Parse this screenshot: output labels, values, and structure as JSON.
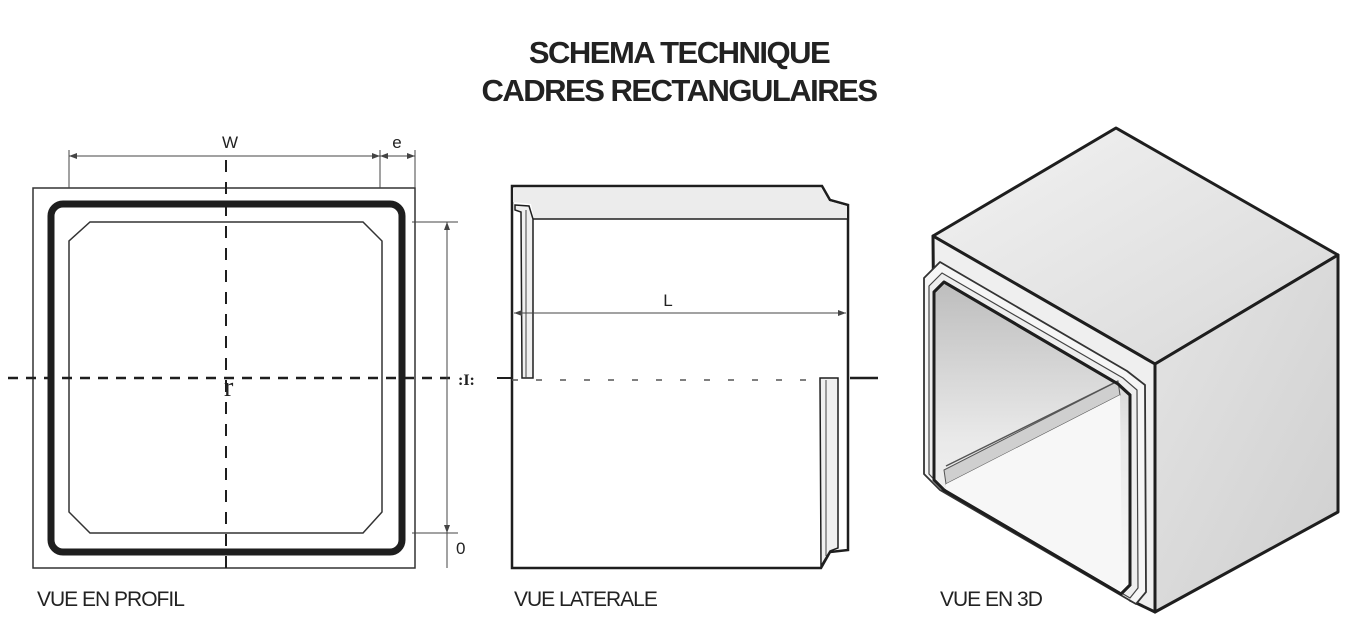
{
  "title": {
    "line1": "SCHEMA TECHNIQUE",
    "line2": "CADRES RECTANGULAIRES"
  },
  "views": {
    "profile": {
      "caption": "VUE EN PROFIL",
      "dim_w": "W",
      "dim_e": "e",
      "dim_h": "0",
      "axis_mark": "r"
    },
    "lateral": {
      "caption": "VUE LATERALE",
      "dim_l": "L",
      "axis_mark": ":I:"
    },
    "iso": {
      "caption": "VUE EN 3D"
    }
  },
  "colors": {
    "line": "#1e1e1e",
    "face_top": "#e6e6e6",
    "face_side": "#d9d9d9",
    "face_front": "#f0f0f0"
  }
}
